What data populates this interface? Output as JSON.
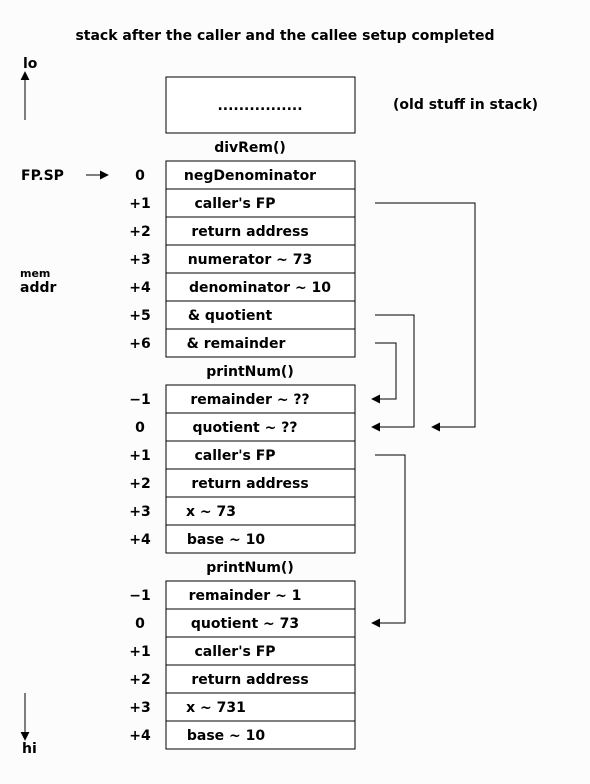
{
  "title": "stack after the caller and the callee setup completed",
  "axis": {
    "lo_label": "lo",
    "hi_label": "hi",
    "mem_label": "mem",
    "addr_label": "addr"
  },
  "fp_sp_label": "FP.SP",
  "old_stuff": {
    "box_text": "................",
    "note": "(old stuff in stack)"
  },
  "frames": [
    {
      "name": "divRem()",
      "rows": [
        {
          "offset": "0",
          "text": "negDenominator"
        },
        {
          "offset": "+1",
          "text": "caller's FP"
        },
        {
          "offset": "+2",
          "text": "return address"
        },
        {
          "offset": "+3",
          "text": "numerator ~ 73"
        },
        {
          "offset": "+4",
          "text": "denominator ~ 10"
        },
        {
          "offset": "+5",
          "text": "& quotient"
        },
        {
          "offset": "+6",
          "text": "& remainder"
        }
      ]
    },
    {
      "name": "printNum()",
      "rows": [
        {
          "offset": "−1",
          "text": "remainder ~ ??"
        },
        {
          "offset": "0",
          "text": "quotient ~ ??"
        },
        {
          "offset": "+1",
          "text": "caller's FP"
        },
        {
          "offset": "+2",
          "text": "return address"
        },
        {
          "offset": "+3",
          "text": "x ~ 73"
        },
        {
          "offset": "+4",
          "text": "base ~ 10"
        }
      ]
    },
    {
      "name": "printNum()",
      "rows": [
        {
          "offset": "−1",
          "text": "remainder ~ 1"
        },
        {
          "offset": "0",
          "text": "quotient ~ 73"
        },
        {
          "offset": "+1",
          "text": "caller's FP"
        },
        {
          "offset": "+2",
          "text": "return address"
        },
        {
          "offset": "+3",
          "text": "x ~ 731"
        },
        {
          "offset": "+4",
          "text": "base ~ 10"
        }
      ]
    }
  ]
}
